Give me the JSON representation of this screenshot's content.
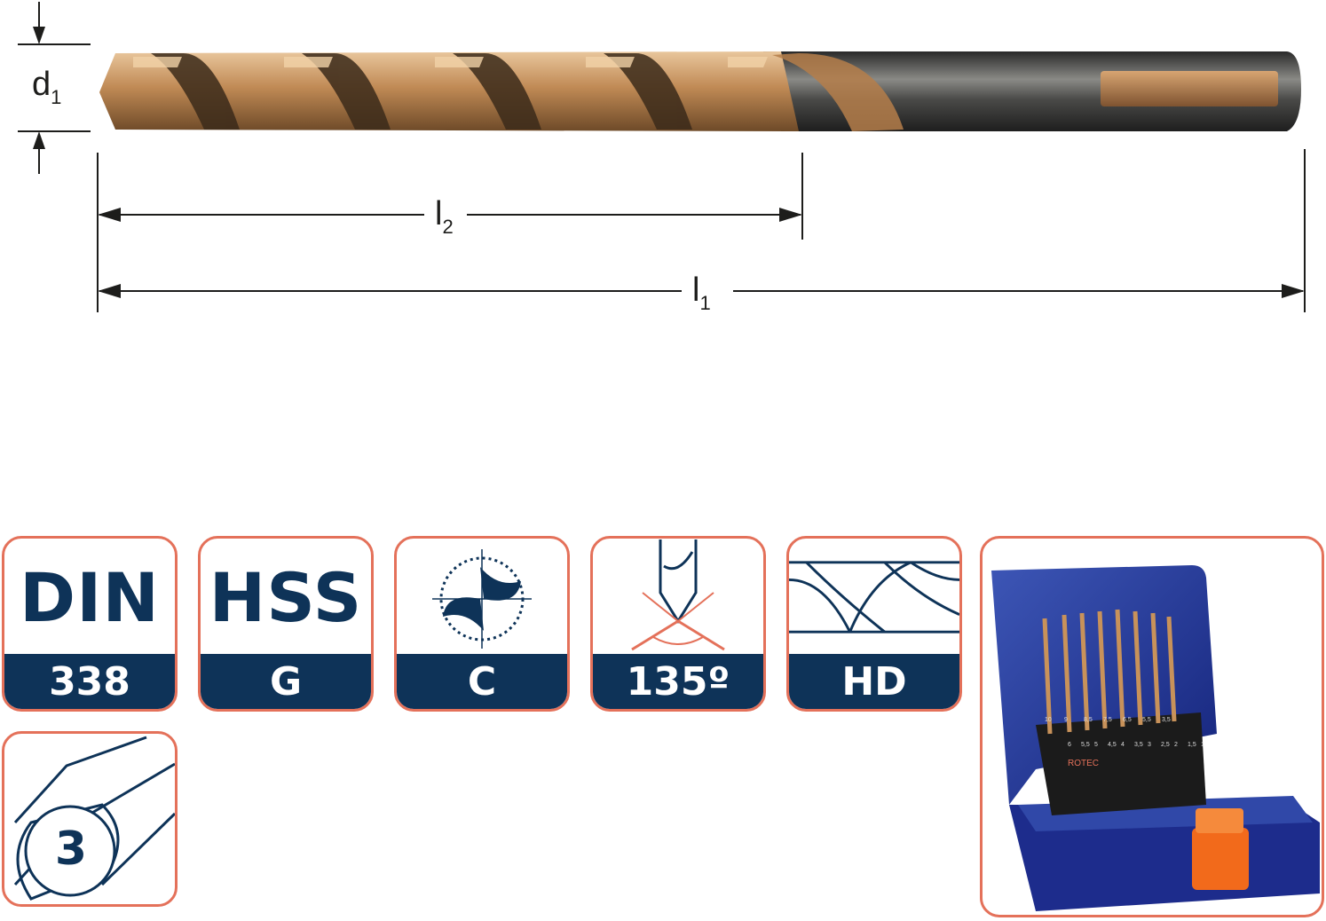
{
  "dimensions": {
    "d1": {
      "base": "d",
      "sub": "1"
    },
    "l2": {
      "base": "l",
      "sub": "2"
    },
    "l1": {
      "base": "l",
      "sub": "1"
    }
  },
  "badges": [
    {
      "id": "standard",
      "top": "DIN",
      "bottom": "338"
    },
    {
      "id": "material",
      "top": "HSS",
      "bottom": "G"
    },
    {
      "id": "flute-type",
      "icon": "cross-section-icon",
      "bottom": "C"
    },
    {
      "id": "point-angle",
      "icon": "point-angle-icon",
      "bottom": "135º"
    },
    {
      "id": "design",
      "icon": "twist-flute-icon",
      "bottom": "HD"
    },
    {
      "id": "shank",
      "icon": "three-flat-shank-icon",
      "value": "3"
    }
  ],
  "product_case": {
    "brand": "ROTEC",
    "upper_sizes": [
      "10",
      "9",
      "8,5",
      "7,5",
      "6,5",
      "5,5",
      "3,5"
    ],
    "lower_sizes": [
      "6",
      "5,5",
      "5",
      "4,5",
      "4",
      "3,5",
      "3",
      "2,5",
      "2",
      "1,5",
      "1"
    ]
  },
  "colors": {
    "navy": "#0e3358",
    "border": "#e4715a",
    "gold": "#c8925a",
    "steel": "#3a3a3a"
  }
}
